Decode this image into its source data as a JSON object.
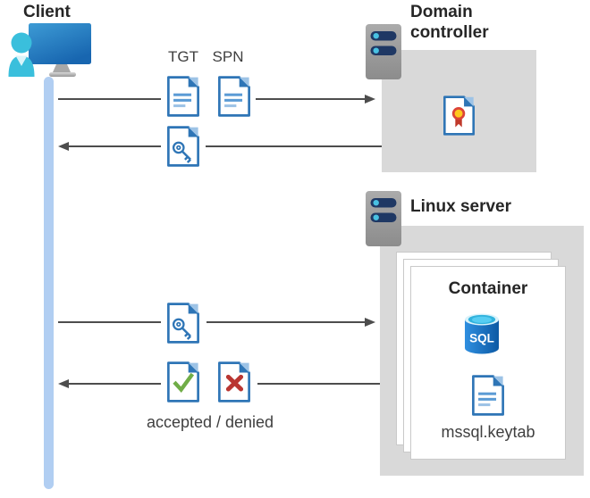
{
  "client": {
    "label": "Client"
  },
  "domain_controller": {
    "label": "Domain controller"
  },
  "linux_server": {
    "label": "Linux server"
  },
  "container": {
    "label": "Container",
    "sql_badge": "SQL",
    "keytab_file": "mssql.keytab"
  },
  "messages": {
    "tgt_label": "TGT",
    "spn_label": "SPN",
    "response_label": "accepted / denied"
  },
  "colors": {
    "doc_border_blue": "#2e75b6",
    "doc_fold_light_blue": "#9dc3e6",
    "doc_line_blue": "#5b9bd5",
    "check_green": "#70ad47",
    "cross_red": "#b93632",
    "zone_gray": "#d9d9d9",
    "arrow_gray": "#4d4d4d",
    "lifeline_blue": "#b1cef2",
    "person_cyan": "#3abfdc",
    "server_pill_navy": "#1f3864",
    "server_led_cyan": "#49c1e2",
    "sql_body_blue": "#0c59a4",
    "sql_top_cyan": "#32b3dd",
    "cert_seal_yellow": "#ffc81e",
    "cert_ribbon_red": "#c0392b"
  }
}
